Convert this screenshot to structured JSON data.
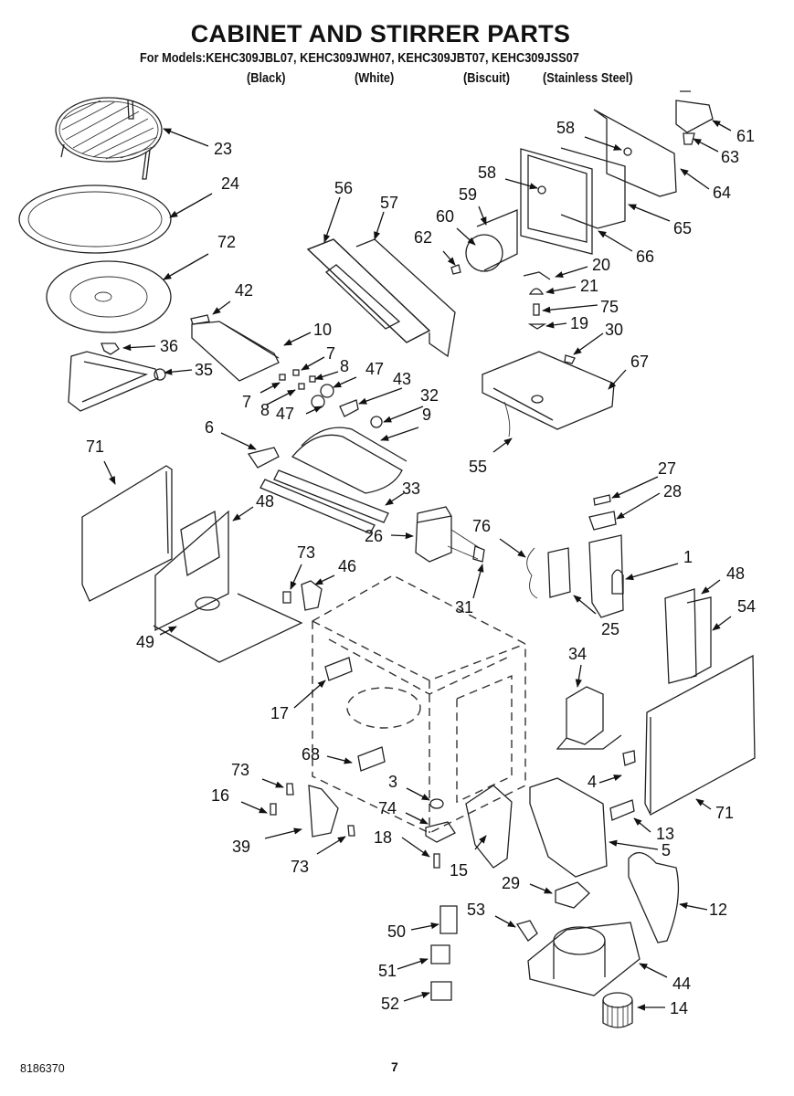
{
  "header": {
    "title": "CABINET AND STIRRER PARTS",
    "models_line": "For Models:KEHC309JBL07, KEHC309JWH07, KEHC309JBT07, KEHC309JSS07",
    "variants": [
      "(Black)",
      "(White)",
      "(Biscuit)",
      "(Stainless Steel)"
    ]
  },
  "footer": {
    "document_number": "8186370",
    "page_number": "7"
  },
  "callouts": [
    {
      "id": "c23",
      "label": "23"
    },
    {
      "id": "c24",
      "label": "24"
    },
    {
      "id": "c72",
      "label": "72"
    },
    {
      "id": "c42",
      "label": "42"
    },
    {
      "id": "c36",
      "label": "36"
    },
    {
      "id": "c35",
      "label": "35"
    },
    {
      "id": "c10",
      "label": "10"
    },
    {
      "id": "c7a",
      "label": "7"
    },
    {
      "id": "c8a",
      "label": "8"
    },
    {
      "id": "c7b",
      "label": "7"
    },
    {
      "id": "c8b",
      "label": "8"
    },
    {
      "id": "c47a",
      "label": "47"
    },
    {
      "id": "c43",
      "label": "43"
    },
    {
      "id": "c32",
      "label": "32"
    },
    {
      "id": "c47b",
      "label": "47"
    },
    {
      "id": "c9",
      "label": "9"
    },
    {
      "id": "c6",
      "label": "6"
    },
    {
      "id": "c33",
      "label": "33"
    },
    {
      "id": "c56",
      "label": "56"
    },
    {
      "id": "c57",
      "label": "57"
    },
    {
      "id": "c62",
      "label": "62"
    },
    {
      "id": "c60",
      "label": "60"
    },
    {
      "id": "c59",
      "label": "59"
    },
    {
      "id": "c58a",
      "label": "58"
    },
    {
      "id": "c58b",
      "label": "58"
    },
    {
      "id": "c61",
      "label": "61"
    },
    {
      "id": "c63",
      "label": "63"
    },
    {
      "id": "c64",
      "label": "64"
    },
    {
      "id": "c65",
      "label": "65"
    },
    {
      "id": "c66",
      "label": "66"
    },
    {
      "id": "c20",
      "label": "20"
    },
    {
      "id": "c21",
      "label": "21"
    },
    {
      "id": "c75",
      "label": "75"
    },
    {
      "id": "c19",
      "label": "19"
    },
    {
      "id": "c30",
      "label": "30"
    },
    {
      "id": "c67",
      "label": "67"
    },
    {
      "id": "c55",
      "label": "55"
    },
    {
      "id": "c27",
      "label": "27"
    },
    {
      "id": "c28",
      "label": "28"
    },
    {
      "id": "c71a",
      "label": "71"
    },
    {
      "id": "c48a",
      "label": "48"
    },
    {
      "id": "c26",
      "label": "26"
    },
    {
      "id": "c76",
      "label": "76"
    },
    {
      "id": "c1",
      "label": "1"
    },
    {
      "id": "c48b",
      "label": "48"
    },
    {
      "id": "c54",
      "label": "54"
    },
    {
      "id": "c73a",
      "label": "73"
    },
    {
      "id": "c46",
      "label": "46"
    },
    {
      "id": "c31",
      "label": "31"
    },
    {
      "id": "c25",
      "label": "25"
    },
    {
      "id": "c49",
      "label": "49"
    },
    {
      "id": "c34",
      "label": "34"
    },
    {
      "id": "c17",
      "label": "17"
    },
    {
      "id": "c68",
      "label": "68"
    },
    {
      "id": "c3",
      "label": "3"
    },
    {
      "id": "c4",
      "label": "4"
    },
    {
      "id": "c71b",
      "label": "71"
    },
    {
      "id": "c73b",
      "label": "73"
    },
    {
      "id": "c16",
      "label": "16"
    },
    {
      "id": "c74",
      "label": "74"
    },
    {
      "id": "c13",
      "label": "13"
    },
    {
      "id": "c18",
      "label": "18"
    },
    {
      "id": "c39",
      "label": "39"
    },
    {
      "id": "c5",
      "label": "5"
    },
    {
      "id": "c73c",
      "label": "73"
    },
    {
      "id": "c15",
      "label": "15"
    },
    {
      "id": "c29",
      "label": "29"
    },
    {
      "id": "c12",
      "label": "12"
    },
    {
      "id": "c53",
      "label": "53"
    },
    {
      "id": "c50",
      "label": "50"
    },
    {
      "id": "c51",
      "label": "51"
    },
    {
      "id": "c44",
      "label": "44"
    },
    {
      "id": "c52",
      "label": "52"
    },
    {
      "id": "c14",
      "label": "14"
    }
  ]
}
